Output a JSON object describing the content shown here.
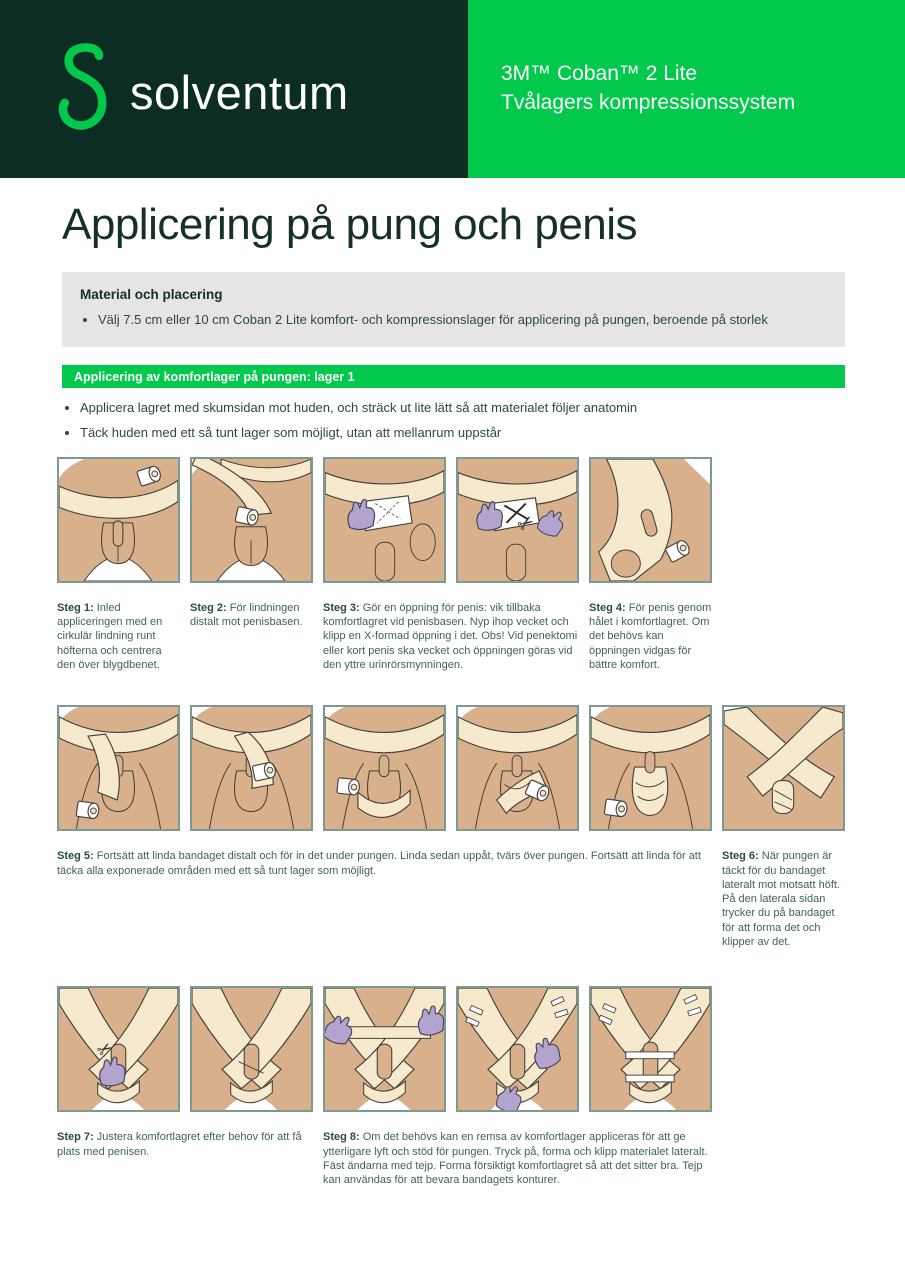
{
  "header": {
    "brand": "solventum",
    "product_line1": "3M™ Coban™ 2 Lite",
    "product_line2": "Tvålagers kompressionssystem"
  },
  "page": {
    "title": "Applicering på pung och penis"
  },
  "material_box": {
    "heading": "Material och placering",
    "bullet": "Välj 7.5 cm eller 10 cm Coban 2 Lite komfort- och kompressionslager för applicering på pungen, beroende på storlek"
  },
  "section": {
    "banner": "Applicering av komfortlager på pungen: lager 1",
    "bullets": [
      "Applicera lagret med skumsidan mot huden, och sträck ut lite lätt så att materialet följer anatomin",
      "Täck huden med ett så tunt lager som möjligt, utan att mellanrum uppstår"
    ]
  },
  "steps": [
    {
      "label": "Steg 1:",
      "text": "Inled appliceringen med en cirkulär lindning runt höfterna och centrera den över blygdbenet."
    },
    {
      "label": "Steg 2:",
      "text": "För lindningen distalt mot penisbasen."
    },
    {
      "label": "Steg 3:",
      "text": "Gör en öppning för penis: vik tillbaka komfortlagret vid penisbasen. Nyp ihop vecket och klipp en X-formad öppning i det. Obs! Vid penektomi eller kort penis ska vecket och öppningen göras vid den yttre urinrörsmynningen."
    },
    {
      "label": "Steg 4:",
      "text": "För penis genom hålet i komfortlagret. Om det behövs kan öppningen vidgas för bättre komfort."
    },
    {
      "label": "Steg 5:",
      "text": "Fortsätt att linda bandaget distalt och för in det under pungen. Linda sedan uppåt, tvärs över pungen. Fortsätt att linda för att täcka alla exponerade områden med ett så tunt lager som möjligt."
    },
    {
      "label": "Steg 6:",
      "text": "När pungen är täckt för du bandaget lateralt mot motsatt höft. På den laterala sidan trycker du på bandaget för att forma det och klipper av det."
    },
    {
      "label": "Step 7:",
      "text": "Justera komfortlagret efter behov för att få plats med penisen."
    },
    {
      "label": "Steg 8:",
      "text": "Om det behövs kan en remsa av komfortlager appliceras för att ge ytterligare lyft och stöd för pungen. Tryck på, forma och klipp materialet lateralt. Fäst ändarna med tejp. Forma försiktigt komfortlagret så att det sitter bra. Tejp kan användas för att bevara bandagets konturer."
    }
  ],
  "colors": {
    "brand_dark_green": "#0b2d24",
    "brand_bright_green": "#02c94c",
    "title_green": "#143028",
    "body_text": "#2c4a41",
    "box_gray": "#e5e5e4",
    "figure_border": "#7d9a90",
    "skin": "#d8b18c",
    "bandage_cream": "#f6e9cd",
    "glove_purple": "#b2a4ce"
  }
}
